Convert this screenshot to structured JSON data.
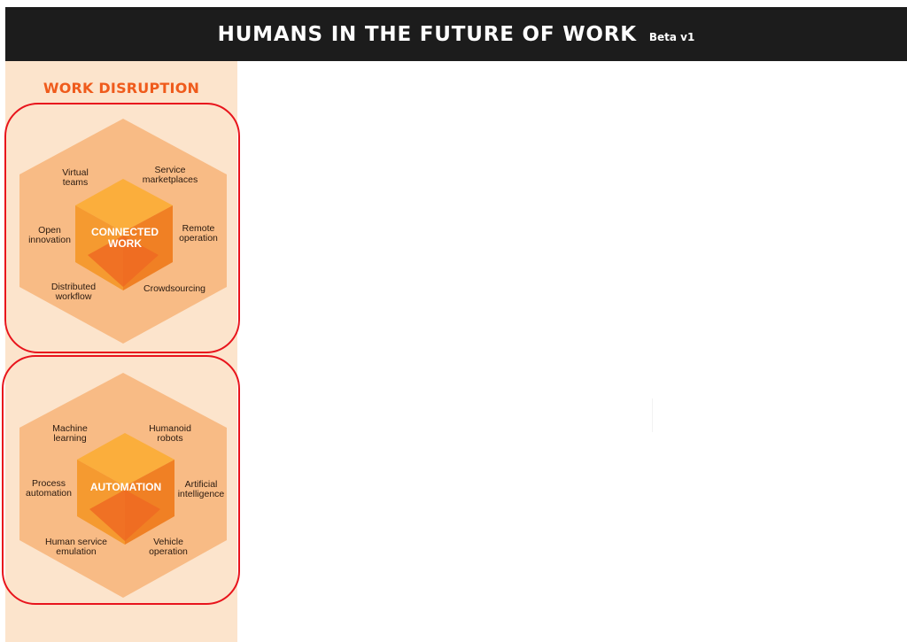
{
  "header": {
    "title": "HUMANS IN THE FUTURE OF WORK",
    "badge": "Beta v1"
  },
  "sidebar": {
    "title": "WORK DISRUPTION",
    "panels": [
      {
        "center": [
          "CONNECTED",
          "WORK"
        ],
        "labels": {
          "top_left": [
            "Virtual",
            "teams"
          ],
          "top_right": [
            "Service",
            "marketplaces"
          ],
          "mid_left": [
            "Open",
            "innovation"
          ],
          "mid_right": [
            "Remote",
            "operation"
          ],
          "bottom_left": [
            "Distributed",
            "workflow"
          ],
          "bottom_right": [
            "Crowdsourcing"
          ]
        }
      },
      {
        "center": [
          "AUTOMATION"
        ],
        "labels": {
          "top_left": [
            "Machine",
            "learning"
          ],
          "top_right": [
            "Humanoid",
            "robots"
          ],
          "mid_left": [
            "Process",
            "automation"
          ],
          "mid_right": [
            "Artificial",
            "intelligence"
          ],
          "bottom_left": [
            "Human service",
            "emulation"
          ],
          "bottom_right": [
            "Vehicle",
            "operation"
          ]
        }
      }
    ]
  },
  "colors": {
    "header_bg": "#1c1c1c",
    "sidebar_bg": "#fce4cc",
    "accent_orange": "#ef5b1c",
    "panel_border": "#e8141c",
    "outer_hex": "#f8bb85",
    "cube_top": "#fbae3c",
    "cube_left": "#f59a30",
    "cube_right": "#f08024",
    "cube_bottom": "#ef6a22"
  }
}
